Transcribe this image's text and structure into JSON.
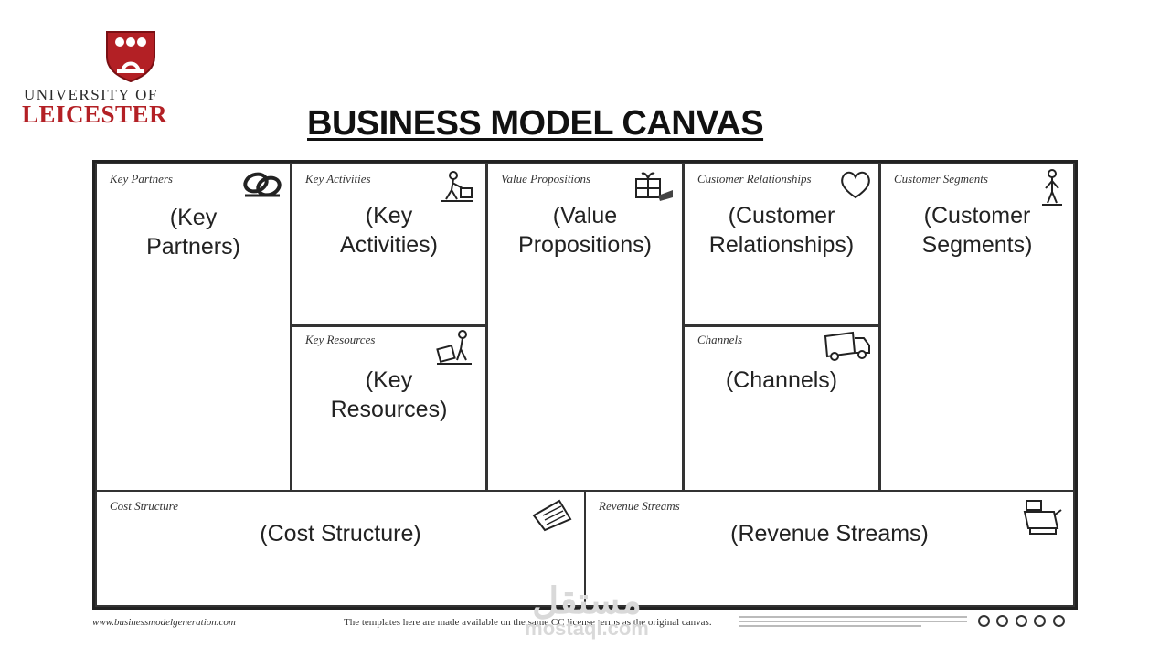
{
  "logo": {
    "line1": "UNIVERSITY OF",
    "line2": "LEICESTER",
    "colors": {
      "crest": "#b32025",
      "text": "#2a2a2a"
    }
  },
  "title": "BUSINESS MODEL CANVAS",
  "canvas": {
    "key_partners": {
      "label": "Key Partners",
      "content": [
        "(Key",
        "Partners)"
      ],
      "icon": "chain-link-icon"
    },
    "key_activities": {
      "label": "Key Activities",
      "content": [
        "(Key",
        "Activities)"
      ],
      "icon": "worker-icon"
    },
    "key_resources": {
      "label": "Key Resources",
      "content": [
        "(Key",
        "Resources)"
      ],
      "icon": "resource-worker-icon"
    },
    "value_propositions": {
      "label": "Value Propositions",
      "content": [
        "(Value",
        "Propositions)"
      ],
      "icon": "gift-icon"
    },
    "customer_relationships": {
      "label": "Customer Relationships",
      "content": [
        "(Customer",
        "Relationships)"
      ],
      "icon": "heart-icon"
    },
    "channels": {
      "label": "Channels",
      "content": [
        "(Channels)"
      ],
      "icon": "truck-icon"
    },
    "customer_segments": {
      "label": "Customer Segments",
      "content": [
        "(Customer",
        "Segments)"
      ],
      "icon": "person-icon"
    },
    "cost_structure": {
      "label": "Cost Structure",
      "content": [
        "(Cost Structure)"
      ],
      "icon": "price-tag-icon"
    },
    "revenue_streams": {
      "label": "Revenue Streams",
      "content": [
        "(Revenue Streams)"
      ],
      "icon": "cash-register-icon"
    }
  },
  "footer": {
    "website": "www.businessmodelgeneration.com",
    "license": "The templates here are made available on the same CC license terms as the original canvas."
  },
  "watermark": {
    "arabic": "مستقل",
    "latin": "mostaql.com"
  }
}
